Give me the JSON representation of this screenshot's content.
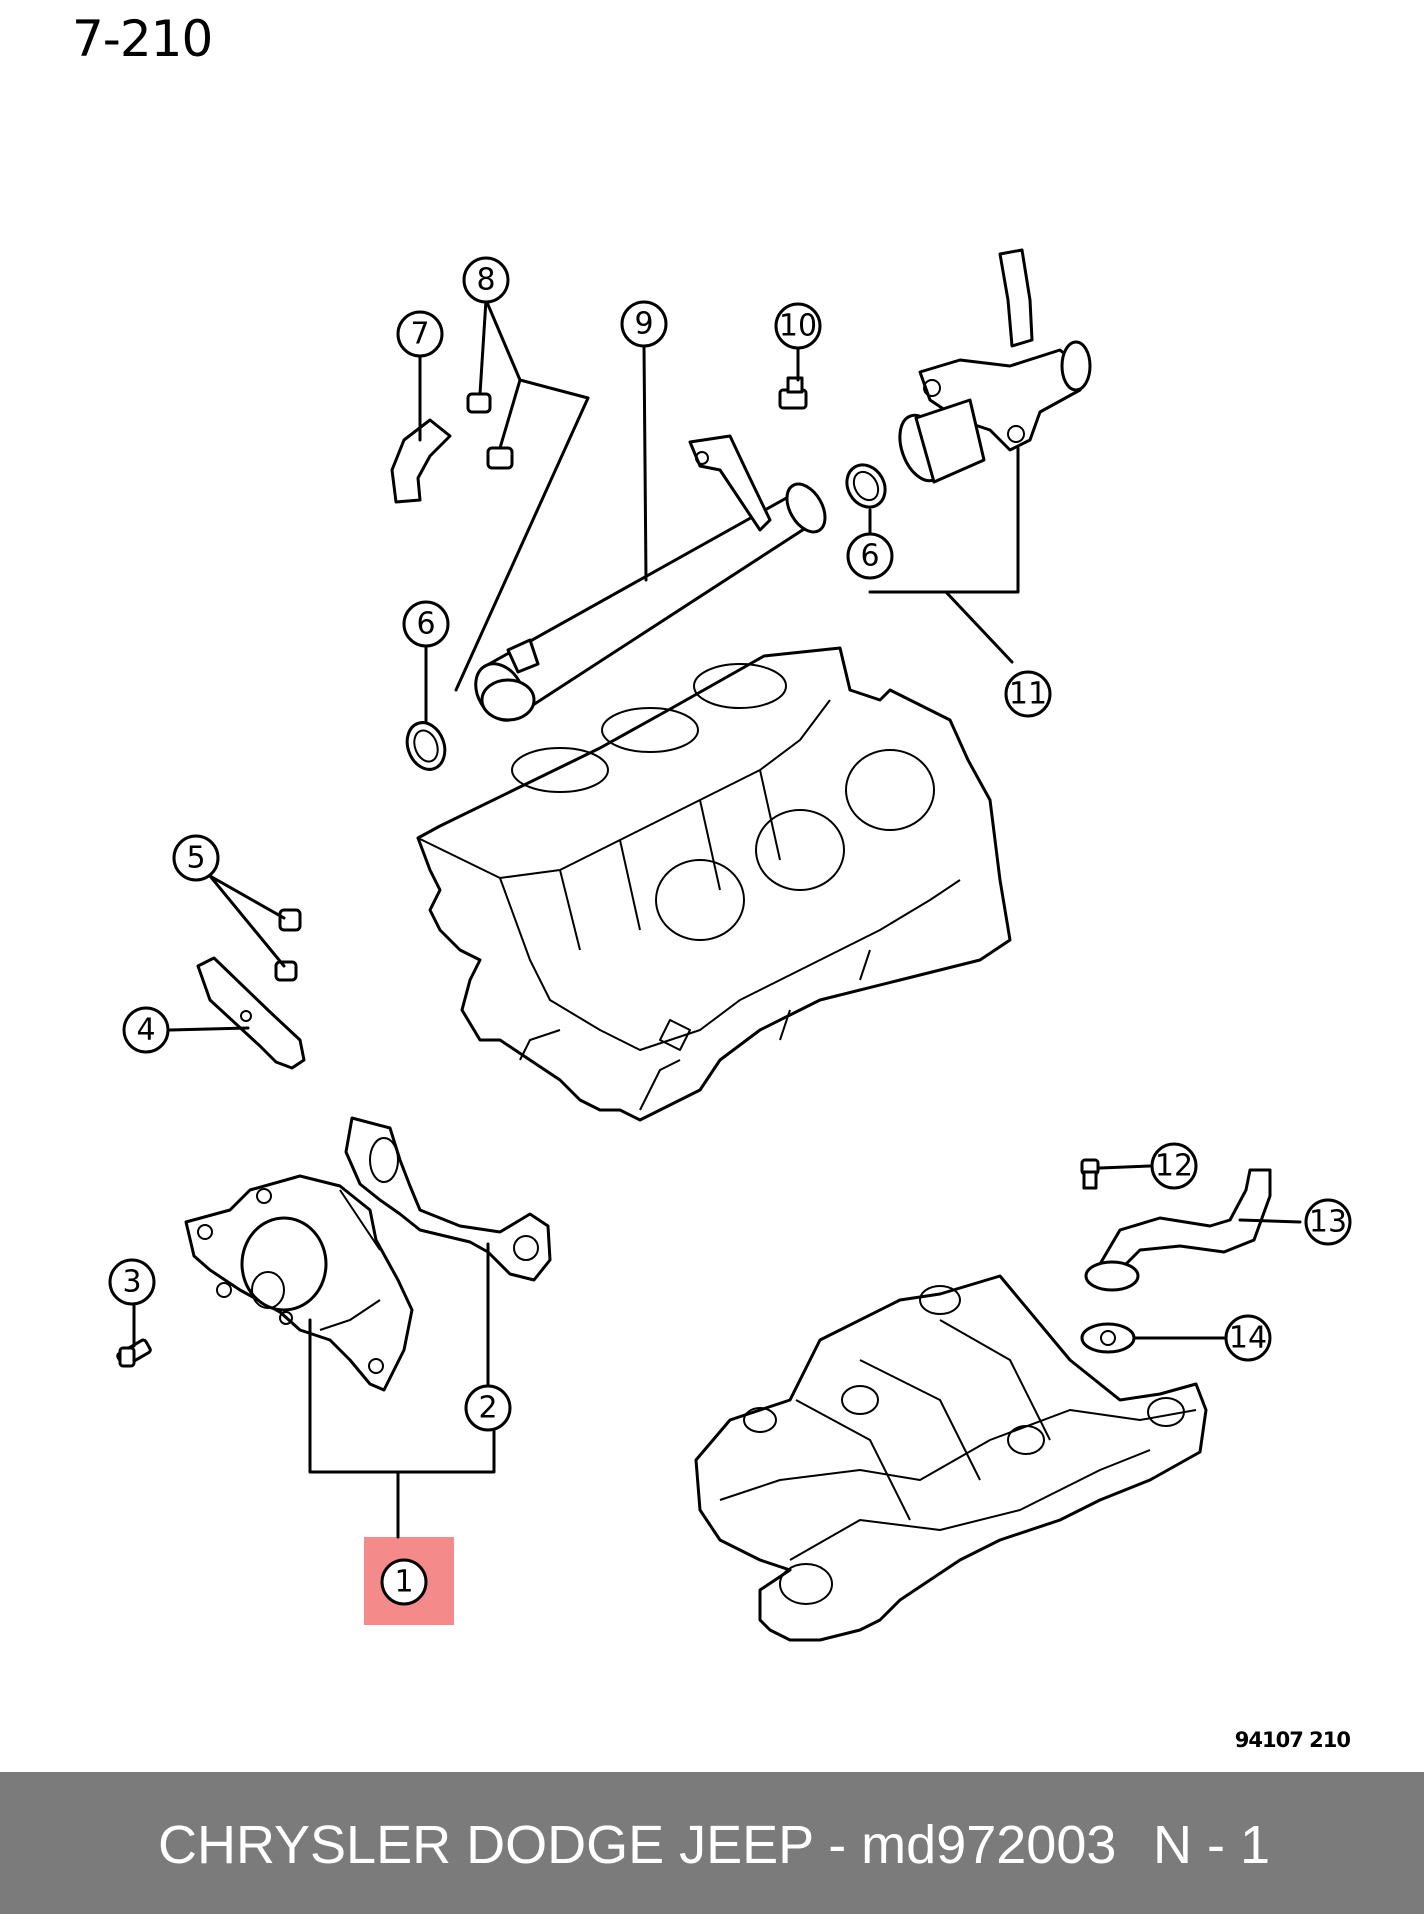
{
  "page_label": "7-210",
  "figure_code": "94107  210",
  "callouts": [
    {
      "id": "1",
      "label": "1",
      "highlighted": true
    },
    {
      "id": "2",
      "label": "2"
    },
    {
      "id": "3",
      "label": "3"
    },
    {
      "id": "4",
      "label": "4"
    },
    {
      "id": "5",
      "label": "5"
    },
    {
      "id": "6a",
      "label": "6"
    },
    {
      "id": "6b",
      "label": "6"
    },
    {
      "id": "7",
      "label": "7"
    },
    {
      "id": "8",
      "label": "8"
    },
    {
      "id": "9",
      "label": "9"
    },
    {
      "id": "10",
      "label": "10"
    },
    {
      "id": "11",
      "label": "11"
    },
    {
      "id": "12",
      "label": "12"
    },
    {
      "id": "13",
      "label": "13"
    },
    {
      "id": "14",
      "label": "14"
    }
  ],
  "colors": {
    "highlight": "#f58a8a",
    "footer_bg": "#7b7b7b",
    "footer_text": "#ffffff",
    "line": "#000000"
  },
  "footer": {
    "brand_part": "CHRYSLER DODGE JEEP - md972003",
    "position": "N - 1"
  }
}
